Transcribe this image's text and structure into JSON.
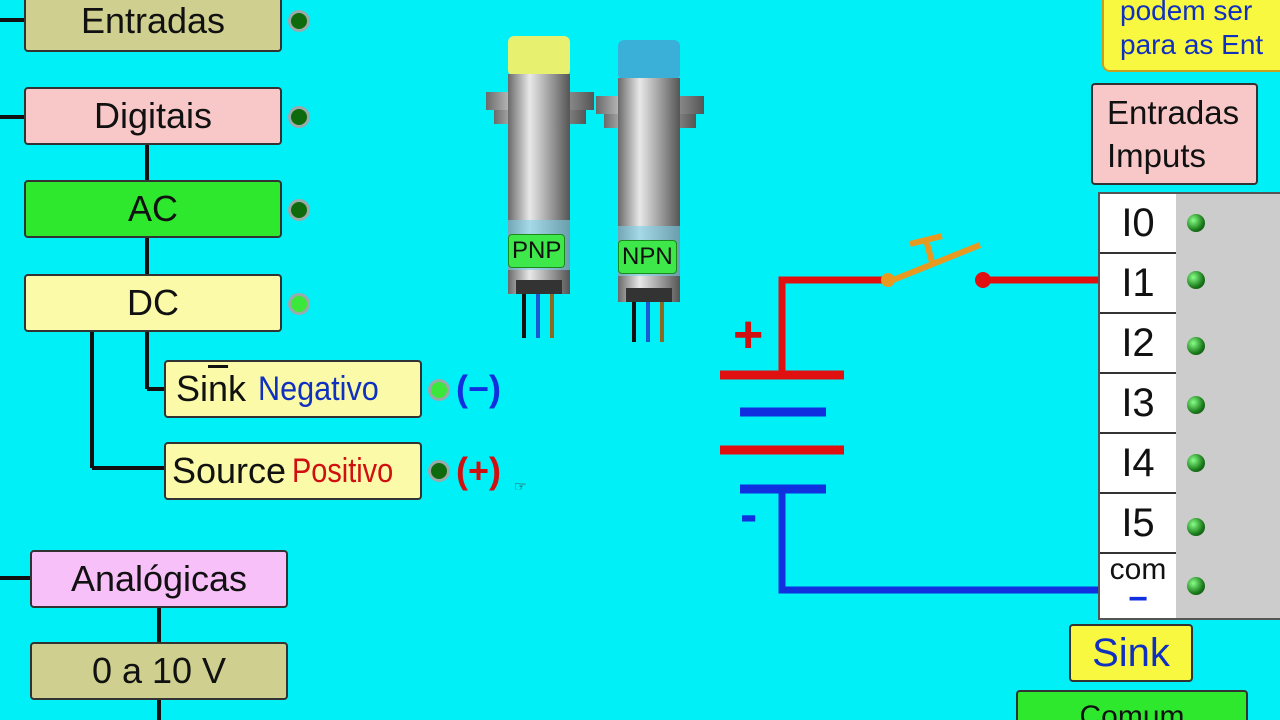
{
  "left_tree": {
    "entradas": "Entradas",
    "digitais": "Digitais",
    "ac": "AC",
    "dc": "DC",
    "sink_prefix": "Si",
    "sink_overline": "n",
    "sink_suffix": "k",
    "sink_desc": "Negativo",
    "sink_sign": "(−)",
    "source_label": "Source",
    "source_desc": "Positivo",
    "source_sign": "(+)",
    "analogicas": "Analógicas",
    "range": "0 a 10 V"
  },
  "sensors": {
    "pnp": "PNP",
    "npn": "NPN"
  },
  "battery": {
    "plus": "+",
    "minus": "-"
  },
  "note": {
    "line1": "podem ser",
    "line2": "para as Ent"
  },
  "inputs_header": {
    "line1": "Entradas",
    "line2": "Imputs"
  },
  "terminals": [
    "I0",
    "I1",
    "I2",
    "I3",
    "I4",
    "I5"
  ],
  "com": {
    "label": "com",
    "sign": "−"
  },
  "sink_badge": "Sink",
  "comum_badge": "Comum",
  "colors": {
    "background": "#00f0f8",
    "wire_red": "#e01010",
    "wire_blue": "#1030e0"
  }
}
